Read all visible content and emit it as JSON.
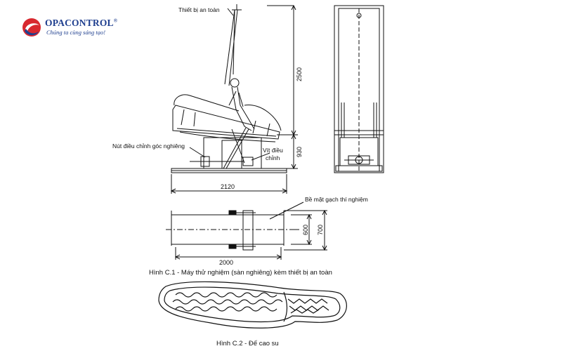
{
  "logo": {
    "brand": "OPACONTROL",
    "registered": "®",
    "tagline": "Chúng ta cùng sáng tạo!",
    "colors": {
      "red": "#d8282f",
      "blue": "#1f3f8f"
    }
  },
  "figure_c1": {
    "labels": {
      "safety_device": "Thiết bị an toàn",
      "angle_button": "Nút điều chỉnh góc nghiêng",
      "adjust_screw_line1": "Vít điều",
      "adjust_screw_line2": "chỉnh",
      "test_tile_surface": "Bề mặt gạch thí nghiệm"
    },
    "dimensions": {
      "height_upper": "2500",
      "height_lower": "930",
      "base_length": "2120",
      "plan_length": "2000",
      "plan_width_inner": "600",
      "plan_width_outer": "700"
    },
    "caption": "Hình C.1 - Máy thử nghiệm (sàn nghiêng) kèm thiết bị an toàn"
  },
  "figure_c2": {
    "caption": "Hình C.2 - Đế cao su"
  }
}
